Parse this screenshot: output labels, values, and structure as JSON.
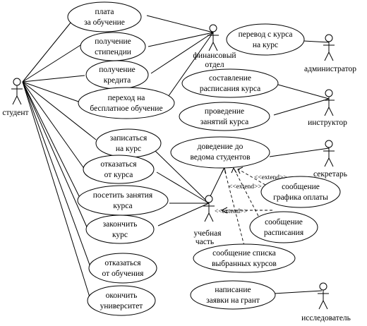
{
  "actors": {
    "student": "студент",
    "finance": [
      "финансовый",
      "отдел"
    ],
    "admin": "администратор",
    "instructor": "инструктор",
    "secretary": "секретарь",
    "academic": [
      "учебная",
      "часть"
    ],
    "researcher": "исследователь"
  },
  "use_cases": {
    "pay_tuition": [
      "плата",
      "за обучение"
    ],
    "get_stipend": [
      "получение",
      "стипендии"
    ],
    "get_credit": [
      "получение",
      "кредита"
    ],
    "free_study": [
      "переход на",
      "бесплатное обучение"
    ],
    "transfer_course": [
      "перевод с курса",
      "на курс"
    ],
    "make_schedule": [
      "составление",
      "расписания курса"
    ],
    "conduct_classes": [
      "проведение",
      "занятий курса"
    ],
    "notify_students": [
      "доведение до",
      "ведома студентов"
    ],
    "enroll_course": [
      "записаться",
      "на курс"
    ],
    "drop_course": [
      "отказаться",
      "от курса"
    ],
    "attend_classes": [
      "посетить занятия",
      "курса"
    ],
    "finish_course": [
      "закончить",
      "курс"
    ],
    "payment_schedule_msg": [
      "сообщение",
      "графика оплаты"
    ],
    "schedule_msg": [
      "сообщение",
      "расписания"
    ],
    "selected_courses_msg": [
      "сообщение списка",
      "выбранных курсов"
    ],
    "quit_study": [
      "отказаться",
      "от обучения"
    ],
    "grant_application": [
      "написание",
      "заявки на грант"
    ],
    "graduate": [
      "окончить",
      "университет"
    ]
  },
  "relations": {
    "extend": "<<extend>>"
  }
}
